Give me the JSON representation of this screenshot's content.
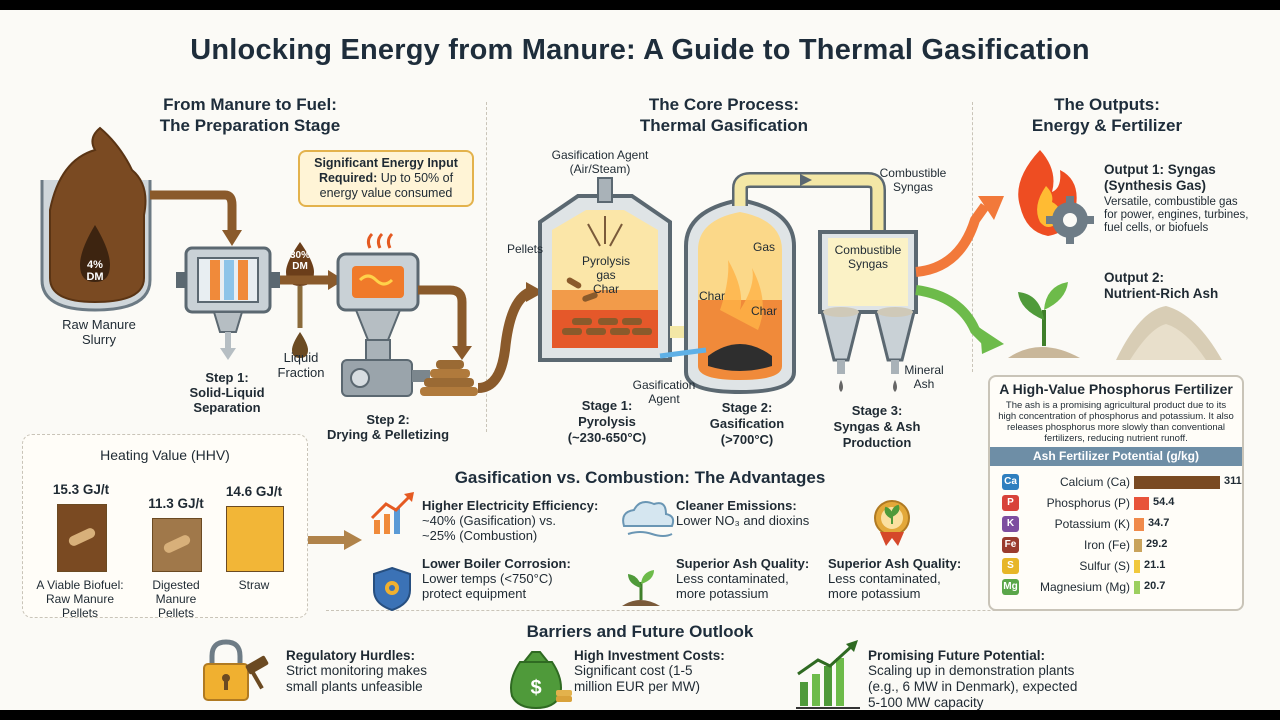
{
  "title": "Unlocking Energy from Manure: A Guide to Thermal Gasification",
  "sections": {
    "prep": {
      "line1": "From Manure to Fuel:",
      "line2": "The Preparation Stage"
    },
    "core": {
      "line1": "The Core Process:",
      "line2": "Thermal Gasification"
    },
    "outputs": {
      "line1": "The Outputs:",
      "line2": "Energy & Fertilizer"
    }
  },
  "prep": {
    "raw_manure": {
      "line1": "Raw Manure",
      "line2": "Slurry"
    },
    "dm4": {
      "value": "4%",
      "unit": "DM"
    },
    "dm30": {
      "value": "30%",
      "unit": "DM"
    },
    "step1": {
      "line1": "Step 1:",
      "line2": "Solid-Liquid",
      "line3": "Separation"
    },
    "liquid": {
      "line1": "Liquid",
      "line2": "Fraction"
    },
    "step2": {
      "line1": "Step 2:",
      "line2": "Drying & Pelletizing"
    },
    "callout": {
      "bold": "Significant Energy Input Required:",
      "text": "Up to 50% of energy value consumed"
    }
  },
  "core": {
    "agent_top": {
      "line1": "Gasification Agent",
      "line2": "(Air/Steam)"
    },
    "pellets": "Pellets",
    "pyrolysis_inside": {
      "line1": "Pyrolysis",
      "line2": "gas",
      "line3": "Char"
    },
    "char1": "Char",
    "gas": "Gas",
    "char2": "Char",
    "agent_bottom": {
      "line1": "Gasification",
      "line2": "Agent"
    },
    "stage1": {
      "line1": "Stage 1:",
      "line2": "Pyrolysis",
      "line3": "(~230-650°C)"
    },
    "stage2": {
      "line1": "Stage 2:",
      "line2": "Gasification",
      "line3": "(>700°C)"
    },
    "stage3": {
      "line1": "Stage 3:",
      "line2": "Syngas & Ash",
      "line3": "Production"
    },
    "combustible_top": {
      "line1": "Combustible",
      "line2": "Syngas"
    },
    "combustible_inside": {
      "line1": "Combustible",
      "line2": "Syngas"
    },
    "mineral_ash": {
      "line1": "Mineral",
      "line2": "Ash"
    }
  },
  "outputs": {
    "output1": {
      "title1": "Output 1: Syngas",
      "title2": "(Synthesis Gas)",
      "desc": "Versatile, combustible gas for power, engines, turbines, fuel cells, or biofuels"
    },
    "output2": {
      "title1": "Output 2:",
      "title2": "Nutrient-Rich Ash"
    }
  },
  "hhv": {
    "title": "Heating Value (HHV)",
    "items": [
      {
        "value": "15.3 GJ/t",
        "label": "A Viable Biofuel: Raw Manure Pellets"
      },
      {
        "value": "11.3 GJ/t",
        "label": "Digested Manure Pellets"
      },
      {
        "value": "14.6 GJ/t",
        "label": "Straw"
      }
    ]
  },
  "advantages": {
    "title": "Gasification vs. Combustion: The Advantages",
    "items": [
      {
        "title": "Higher Electricity Efficiency:",
        "desc1": "~40% (Gasification) vs.",
        "desc2": "~25% (Combustion)"
      },
      {
        "title": "Cleaner Emissions:",
        "desc1": "Lower NO₃ and dioxins",
        "desc2": ""
      },
      {
        "title": "Lower Boiler Corrosion:",
        "desc1": "Lower temps (<750°C)",
        "desc2": "protect equipment"
      },
      {
        "title": "Superior Ash Quality:",
        "desc1": "Less contaminated,",
        "desc2": "more potassium"
      },
      {
        "title": "Superior Ash Quality:",
        "desc1": "Less contaminated,",
        "desc2": "more potassium"
      }
    ]
  },
  "ash": {
    "title": "A High-Value Phosphorus Fertilizer",
    "desc": "The ash is a promising agricultural product due to its high concentration of phosphorus and potassium. It also releases phosphorus more slowly than conventional fertilizers, reducing nutrient runoff.",
    "chart_title": "Ash Fertilizer Potential (g/kg)"
  },
  "chart_data": {
    "type": "bar",
    "title": "Ash Fertilizer Potential (g/kg)",
    "categories": [
      "Calcium (Ca)",
      "Phosphorus (P)",
      "Potassium (K)",
      "Iron (Fe)",
      "Sulfur (S)",
      "Magnesium (Mg)"
    ],
    "symbols": [
      "Ca",
      "P",
      "K",
      "Fe",
      "S",
      "Mg"
    ],
    "values": [
      311,
      54.4,
      34.7,
      29.2,
      21.1,
      20.7
    ],
    "value_labels": [
      "311",
      "54.4",
      "34.7",
      "29.2",
      "21.1",
      "20.7"
    ],
    "colors": [
      "#7a4a22",
      "#e8533a",
      "#f08a4b",
      "#c9a35c",
      "#f1c83c",
      "#9ccf5f"
    ],
    "symbol_colors": [
      "#2f7fbf",
      "#d8423a",
      "#7d4ea0",
      "#9a3b2d",
      "#e7b628",
      "#5aa64a"
    ],
    "xlim": [
      0,
      311
    ],
    "grid": false,
    "orientation": "horizontal"
  },
  "barriers": {
    "title": "Barriers and Future Outlook",
    "items": [
      {
        "title": "Regulatory Hurdles:",
        "desc1": "Strict monitoring makes",
        "desc2": "small plants unfeasible",
        "desc3": ""
      },
      {
        "title": "High Investment Costs:",
        "desc1": "Significant cost (1-5",
        "desc2": "million EUR per MW)",
        "desc3": ""
      },
      {
        "title": "Promising Future Potential:",
        "desc1": "Scaling up in demonstration plants",
        "desc2": "(e.g., 6 MW in Denmark), expected",
        "desc3": "5-100 MW capacity"
      }
    ]
  },
  "colors": {
    "title": "#1e2d3b",
    "manure": "#7a4a22",
    "flame": "#f07a2a",
    "leaf": "#4f9a3a",
    "pipe": "#f3e7a6"
  }
}
